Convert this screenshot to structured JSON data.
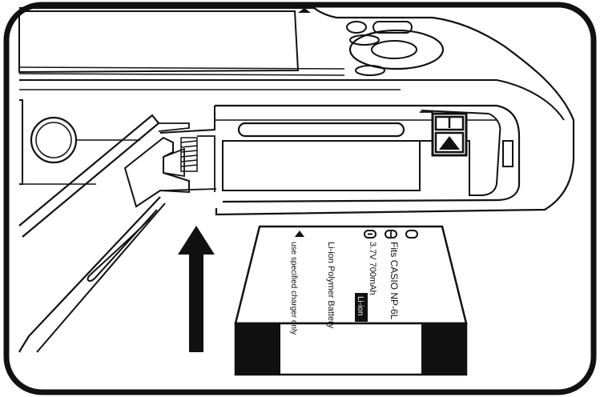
{
  "colors": {
    "ink": "#111111",
    "paper": "#ffffff",
    "shade": "#e8e8e8"
  },
  "icons": {
    "arrow": "up-arrow-icon",
    "eject": "eject-icon",
    "triangle": "triangle-marker-icon"
  },
  "battery": {
    "model": "Fits CASIO NP-6L",
    "rating": "3.7V   700mAh",
    "chemistry_badge": "Li-ion",
    "type": "Li-ion Polymer Battery",
    "warning": "use specified charger only"
  }
}
